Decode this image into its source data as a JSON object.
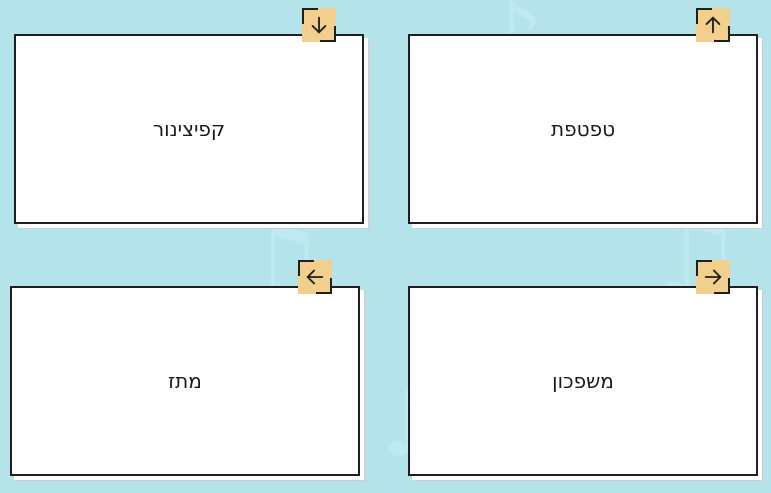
{
  "cards": [
    {
      "text": "טפטפת",
      "icon": "arrow-up-icon"
    },
    {
      "text": "קפיצינור",
      "icon": "arrow-down-icon"
    },
    {
      "text": "משפכון",
      "icon": "arrow-right-icon"
    },
    {
      "text": "מתז",
      "icon": "arrow-left-icon"
    }
  ],
  "colors": {
    "background": "#b4e4ea",
    "card": "#ffffff",
    "badge": "#f3cf8e",
    "border": "#1f1f1f"
  }
}
